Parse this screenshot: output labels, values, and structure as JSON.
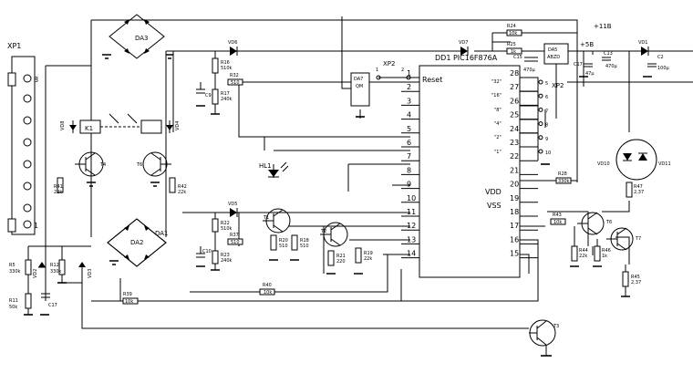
{
  "labels": {
    "xp1": "XP1",
    "xp2_top": "XP2",
    "xp2_right": "XP2",
    "mcu": "DD1 PIC16F876A",
    "reset": "Reset",
    "vdd": "VDD",
    "vss": "VSS",
    "plus11": "+11В",
    "plus5": "+5В",
    "da1": "DA1",
    "da2": "DA2",
    "da3": "DA3",
    "da5_line1": "DA5",
    "da5_line2": "ABZD",
    "da7_line1": "DA7",
    "da7_line2": "QM",
    "k1": "K1",
    "hl1": "HL1",
    "vd1": "VD1",
    "vd2": "VD2",
    "vd3": "VD3",
    "vd4": "VD4",
    "vd5": "VD5",
    "vd6": "VD6",
    "vd7": "VD7",
    "vd8": "VD8",
    "vd10": "VD10",
    "vd11": "VD11",
    "c2": "C2",
    "c2_val": "100µ",
    "c9": "C9",
    "c10": "C10",
    "c13": "C13",
    "c13_val": "470µ",
    "c15": "C15",
    "c15_val": "470µ",
    "c17": "C17",
    "c17b": "C17",
    "c17_val": "47µ",
    "r5": "R5",
    "r5_val": "330k",
    "r11": "R11",
    "r11_val": "50k",
    "r12": "R12",
    "r12_val": "330k",
    "r16": "R16",
    "r16_val": "510k",
    "r17": "R17",
    "r17_val": "240k",
    "r18": "R18",
    "r18_val": "510",
    "r19": "R19",
    "r19_val": "22k",
    "r20": "R20",
    "r20_val": "510",
    "r21": "R21",
    "r21_val": "220",
    "r22": "R22",
    "r22_val": "510k",
    "r23": "R23",
    "r23_val": "240k",
    "r24": "R24",
    "r24_val": "10k",
    "r25": "R25",
    "r25_val": "1k",
    "r28": "R28",
    "r28_val": "330k",
    "r32": "R32",
    "r32_val": "510",
    "r37": "R37",
    "r37_val": "510",
    "r39": "R39",
    "r39_val": "10k",
    "r40": "R40",
    "r40_val": "10k",
    "r41": "R41",
    "r41_val": "22k",
    "r42": "R42",
    "r42_val": "22k",
    "r43": "R43",
    "r43_val": "10k",
    "r44": "R44",
    "r44_val": "22k",
    "r45": "R45",
    "r45_val": "2,37",
    "r46": "R46",
    "r46_val": "1k",
    "r47": "R47",
    "r47_val": "2,37",
    "t1": "T1",
    "t2": "T2",
    "t3": "T3",
    "t4": "T4",
    "t5": "T5",
    "t6": "T6",
    "t7": "T7",
    "sel32": "\"32\"",
    "sel16": "\"16\"",
    "sel8": "\"8\"",
    "sel4": "\"4\"",
    "sel2": "\"2\"",
    "sel1": "\"1\"",
    "xp2_pin1": "1",
    "xp2_pin2": "2"
  },
  "xp1_pins": [
    "8",
    "1"
  ],
  "mcu_left_pins": [
    "1",
    "2",
    "3",
    "4",
    "5",
    "6",
    "7",
    "8",
    "9",
    "10",
    "11",
    "12",
    "13",
    "14"
  ],
  "mcu_right_pins": [
    "28",
    "27",
    "26",
    "25",
    "24",
    "23",
    "22",
    "21",
    "20",
    "19",
    "18",
    "17",
    "16",
    "15"
  ],
  "xp2_right_pins": [
    "5",
    "6",
    "7",
    "8",
    "9",
    "10"
  ]
}
